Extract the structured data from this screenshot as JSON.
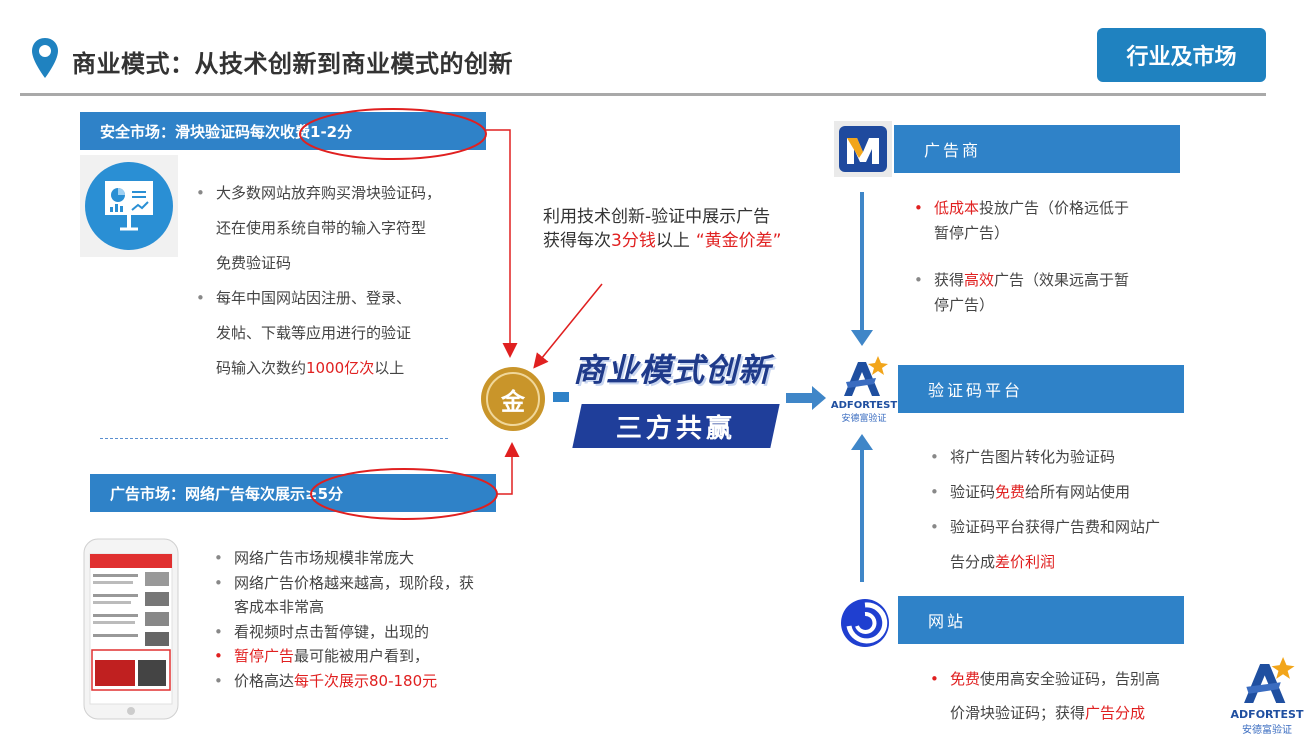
{
  "header": {
    "title": "商业模式：从技术创新到商业模式的创新",
    "section_badge": "行业及市场"
  },
  "left_top": {
    "banner": "安全市场：滑块验证码每次收费1-2分",
    "bullets": [
      {
        "pre": "大多数网站放弃购买滑块验证码，",
        "pre2": "还在使用系统自带的输入字符型",
        "pre3": "免费验证码"
      },
      {
        "pre": "每年中国网站因注册、登录、",
        "pre2": "发帖、下载等应用进行的验证",
        "pre3": "码输入次数约",
        "red": "1000亿次",
        "post": "以上"
      }
    ]
  },
  "left_bottom": {
    "banner": "广告市场：网络广告每次展示≥5分",
    "bullets": [
      {
        "text": "网络广告市场规模非常庞大"
      },
      {
        "text": "网络广告价格越来越高，现阶段，获",
        "text2": "客成本非常高"
      },
      {
        "text": "看视频时点击暂停键，出现的"
      },
      {
        "red": "暂停广告",
        "post": "最可能被用户看到，"
      },
      {
        "text": "价格高达",
        "red": "每千次展示80-180元"
      }
    ]
  },
  "center": {
    "line1": "利用技术创新-验证中展示广告",
    "line2_pre": "获得每次",
    "line2_red": "3分钱",
    "line2_mid": "以上",
    "line2_red2": "“黄金价差”",
    "innovation_title": "商业模式创新",
    "innovation_sub": "三方共赢",
    "coin_char": "金"
  },
  "right": {
    "advertiser": {
      "label": "广告商",
      "bullets": [
        {
          "red": "低成本",
          "post": "投放广告（价格远低于",
          "post2": "暂停广告）"
        },
        {
          "pre": "获得",
          "red": "高效",
          "post": "广告（效果远高于暂",
          "post2": "停广告）"
        }
      ]
    },
    "platform": {
      "label": "验证码平台",
      "logo_en": "ADFORTEST",
      "logo_cn": "安德富验证",
      "bullets": [
        {
          "text": "将广告图片转化为验证码"
        },
        {
          "pre": "验证码",
          "red": "免费",
          "post": "给所有网站使用"
        },
        {
          "pre": "验证码平台获得广告费和网站广",
          "pre2": "告分成",
          "red": "差价利润"
        }
      ]
    },
    "website": {
      "label": "网站",
      "bullets": [
        {
          "red": "免费",
          "post": "使用高安全验证码，告别高",
          "post2": "价滑块验证码；获得",
          "red2": "广告分成"
        }
      ]
    }
  },
  "footer_logo": {
    "en": "ADFORTEST",
    "cn": "安德富验证"
  },
  "colors": {
    "accent_blue": "#2f82c8",
    "dark_blue": "#1f3e9a",
    "red": "#e02020",
    "gold": "#c9952a"
  }
}
